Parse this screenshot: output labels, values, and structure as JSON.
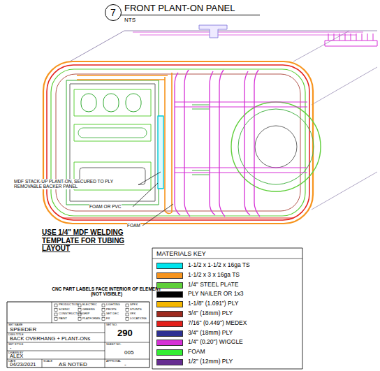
{
  "diagram": {
    "title": "FRONT PLANT-ON PANEL",
    "nodes": [
      {
        "text": [
          "7"
        ]
      }
    ],
    "labels": [
      "NTS",
      "MDF STACK-UP PLANT-ON, SECURED TO PLY REMOVABLE BACKER PANEL",
      "FOAM OR PVC",
      "FOAM",
      "USE 1/4\" MDF WELDING TEMPLATE FOR TUBING LAYOUT",
      "CNC PART LABELS FACE INTERIOR OF ELEMENT (NOT VISIBLE)",
      "MATERIALS KEY",
      "PRODUCTION",
      "SCENIC",
      "CONSTRUCTION",
      "PAINT",
      "ELECTRIC",
      "GREENS",
      "GRIP",
      "PLATFORMS",
      "LIGHTING",
      "PROPS",
      "SET DEC",
      "FX",
      "SPFX",
      "STUNTS",
      "VFX",
      "LOCATIONS",
      "SET NAME",
      "SPEEDER",
      "DWG TITLE",
      "BACK OVERHANG + PLANT-ONs",
      "SET STYLE",
      "-",
      "DRAWN BY",
      "ALEX",
      "DATE",
      "04/23/2021",
      "SCALE",
      "AS NOTED",
      "SET NO.",
      "290",
      "SHEET NO.",
      "005",
      "APPROVAL",
      "-"
    ],
    "legend": [
      {
        "text": "1-1/2 x 1-1/2 x 16ga TS",
        "color": "#00e5ee"
      },
      {
        "text": "1-1/2 x 3 x 16ga TS",
        "color": "#f7941d"
      },
      {
        "text": "1/4\" STEEL PLATE",
        "color": "#5fcf3a"
      },
      {
        "text": "PLY NAILER OR 1x3",
        "color": "#000000"
      },
      {
        "text": "1-1/8\" (1.091\") PLY",
        "color": "#f5b700"
      },
      {
        "text": "3/4\" (18mm) PLY",
        "color": "#9e2a1e"
      },
      {
        "text": "7/16\" (0.449\") MEDEX",
        "color": "#e3201b"
      },
      {
        "text": "3/4\" (18mm) PLY",
        "color": "#2e3192"
      },
      {
        "text": "1/4\" (0.20\") WIGGLE",
        "color": "#d62fd6"
      },
      {
        "text": "FOAM",
        "color": "#33ee33"
      },
      {
        "text": "1/2\" (12mm) PLY",
        "color": "#662d91"
      }
    ]
  }
}
